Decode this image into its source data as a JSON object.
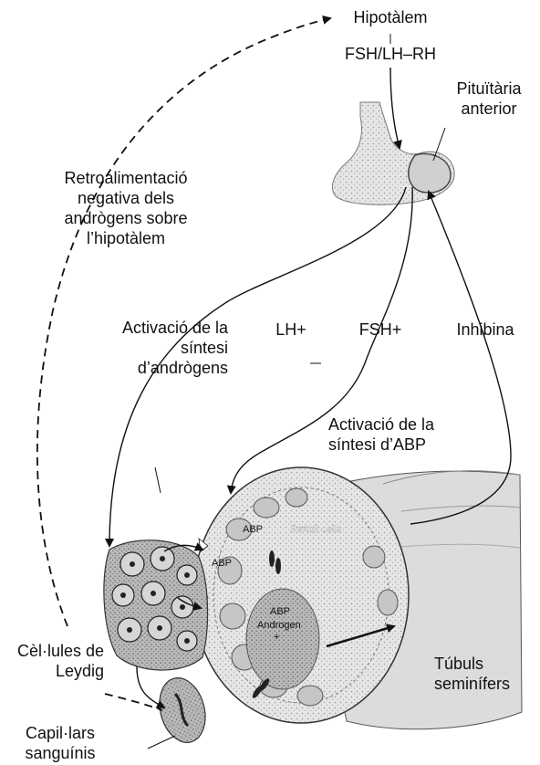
{
  "labels": {
    "hypothalamus": "Hipotàlem",
    "releasing_hormone": "FSH/LH–RH",
    "anterior_pituitary": [
      "Pituïtària",
      "anterior"
    ],
    "negative_feedback": [
      "Retroalimentació",
      "negativa dels",
      "andrògens sobre",
      "l’hipotàlem"
    ],
    "androgen_synthesis": [
      "Activació de la",
      "síntesi",
      "d’andrògens"
    ],
    "lh": "LH+",
    "fsh": "FSH+",
    "inhibin": "Inhibina",
    "abp_synthesis": [
      "Activació de la",
      "síntesi d’ABP"
    ],
    "leydig_cells": [
      "Cèl·lules de",
      "Leydig"
    ],
    "tubules": [
      "Túbuls",
      "seminífers"
    ],
    "capillaries": [
      "Capil·lars",
      "sanguínis"
    ]
  },
  "inner_labels": {
    "abp_1": "ABP",
    "sertoli": "Sertoli cells",
    "abp_2": "ABP",
    "abp_3": "ABP",
    "androgen": "Androgen",
    "plus": "+"
  }
}
